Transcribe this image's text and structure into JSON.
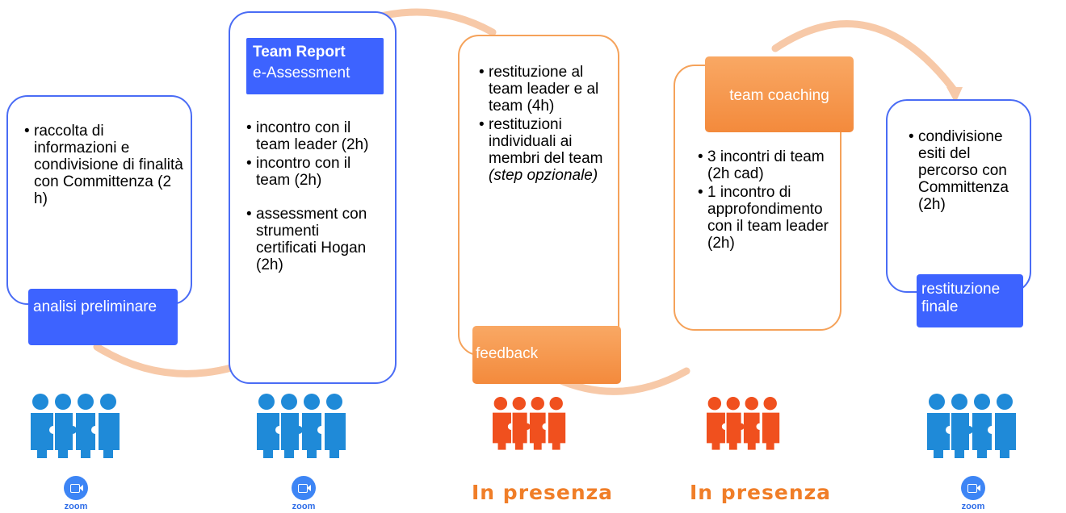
{
  "colors": {
    "blue": "#3d63ff",
    "blue_border": "#4a6cf5",
    "orange": "#f38a3c",
    "arc": "#f7c9a8",
    "puzzle_blue": "#1f8ad8",
    "puzzle_orange": "#f0501e",
    "zoom": "#3d85f5"
  },
  "steps": [
    {
      "label": "analisi preliminare",
      "bullets": [
        "raccolta di informazioni e condivisione di finalità con Committenza (2 h)"
      ],
      "icon": "zoom-icon",
      "icon_label": "zoom"
    },
    {
      "header_title": "Team Report",
      "header_subtitle": "e-Assessment",
      "bullets": [
        "incontro con il team leader (2h)",
        "incontro con il team (2h)",
        "assessment con strumenti certificati Hogan (2h)"
      ],
      "icon": "zoom-icon",
      "icon_label": "zoom"
    },
    {
      "label": "feedback",
      "bullets": [
        "restituzione al team leader e al team (4h)",
        "restituzioni individuali ai membri del team "
      ],
      "bullet_italic": "(step opzionale)",
      "footer": "In presenza"
    },
    {
      "label": "team coaching",
      "bullets": [
        "3 incontri di team (2h cad)",
        "1 incontro di approfondimento con il team leader (2h)"
      ],
      "footer": "In presenza"
    },
    {
      "label": "restituzione finale",
      "bullets": [
        "condivisione esiti del percorso con Committenza (2h)"
      ],
      "icon": "zoom-icon",
      "icon_label": "zoom"
    }
  ]
}
